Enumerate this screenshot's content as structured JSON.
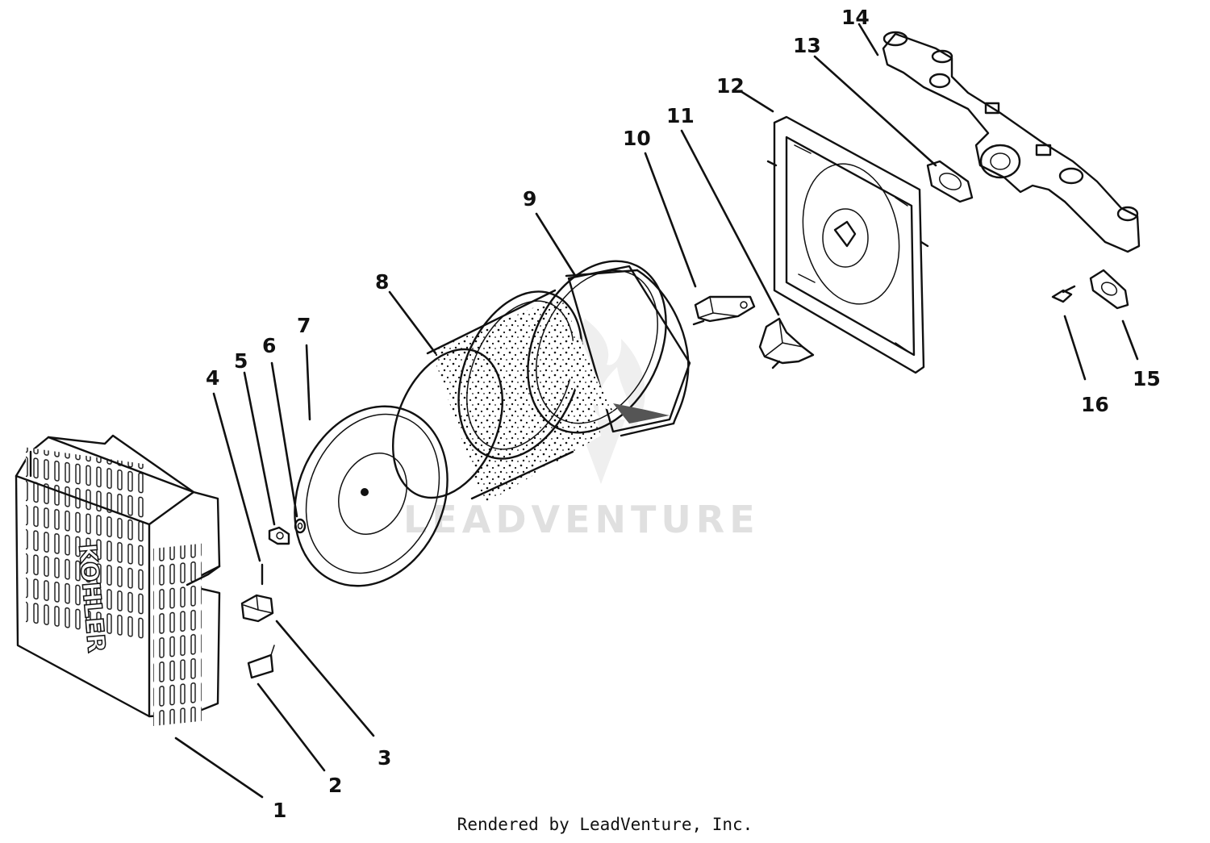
{
  "diagram": {
    "watermark": "LEADVENTURE",
    "cover_brand": "KOHLER",
    "credit": "Rendered by LeadVenture, Inc.",
    "callouts": [
      "1",
      "2",
      "3",
      "4",
      "5",
      "6",
      "7",
      "8",
      "9",
      "10",
      "11",
      "12",
      "13",
      "14",
      "15",
      "16"
    ]
  }
}
